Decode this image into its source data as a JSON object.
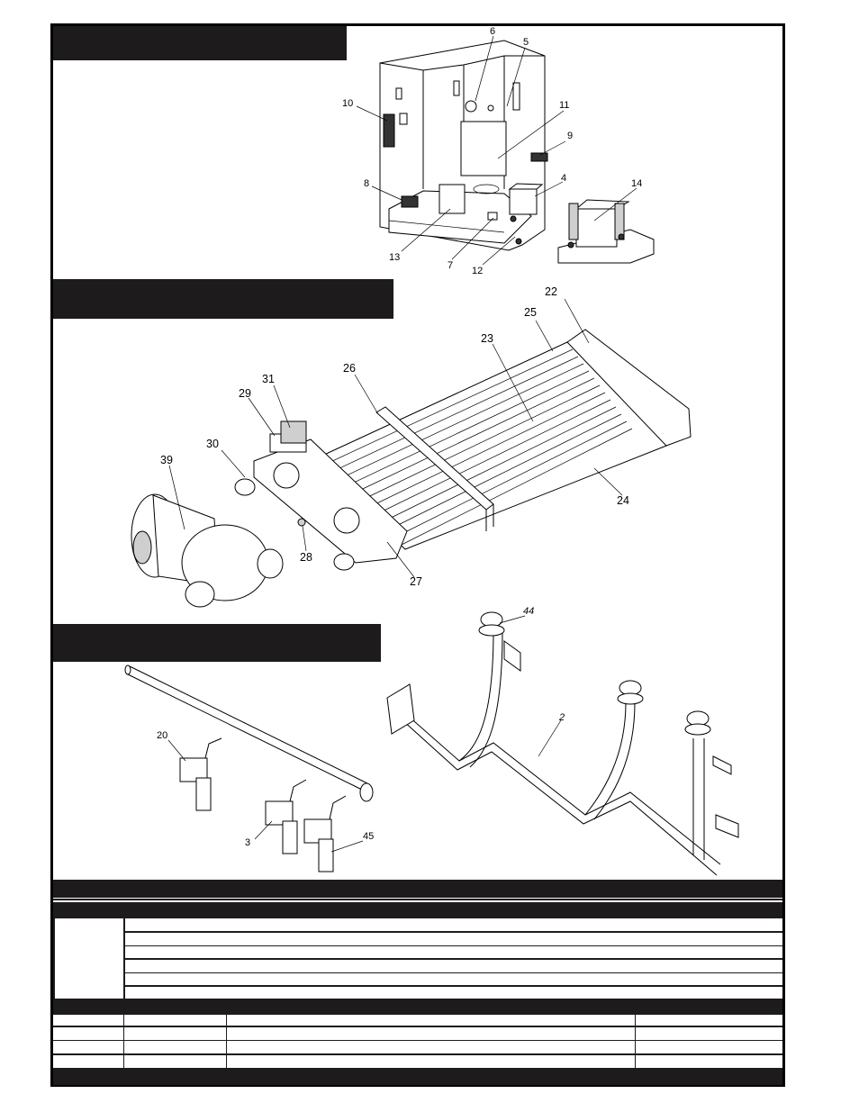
{
  "figure": {
    "section_banners": [
      "",
      "",
      ""
    ],
    "callouts": {
      "c6": "6",
      "c5": "5",
      "c10": "10",
      "c11": "11",
      "c9": "9",
      "c8": "8",
      "c4": "4",
      "c14": "14",
      "c13": "13",
      "c7": "7",
      "c12": "12",
      "c22": "22",
      "c25": "25",
      "c23": "23",
      "c26": "26",
      "c31": "31",
      "c29": "29",
      "c30": "30",
      "c39": "39",
      "c24": "24",
      "c28": "28",
      "c27": "27",
      "c44": "44",
      "c20": "20",
      "c2": "2",
      "c3": "3",
      "c45": "45"
    }
  },
  "colors": {
    "banner": "#1e1b1c",
    "line": "#000000",
    "paper": "#ffffff"
  }
}
